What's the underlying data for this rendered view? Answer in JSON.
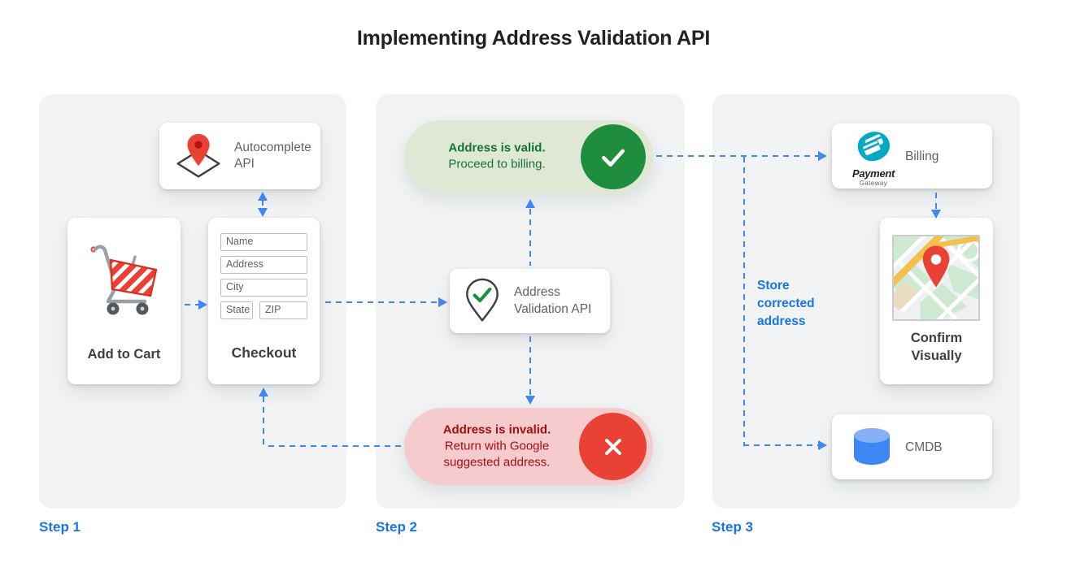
{
  "title": "Implementing Address Validation API",
  "steps": {
    "step1": "Step 1",
    "step2": "Step 2",
    "step3": "Step 3"
  },
  "step1": {
    "autocomplete": {
      "label": "Autocomplete API"
    },
    "add_to_cart": {
      "label": "Add to Cart"
    },
    "checkout": {
      "label": "Checkout",
      "fields": {
        "name": "Name",
        "address": "Address",
        "city": "City",
        "state": "State",
        "zip": "ZIP"
      }
    }
  },
  "step2": {
    "valid": {
      "title": "Address is valid.",
      "subtitle": "Proceed to billing."
    },
    "validation_api": {
      "label": "Address Validation API"
    },
    "invalid": {
      "title": "Address is invalid.",
      "subtitle": "Return with Google suggested address."
    }
  },
  "step3": {
    "billing": {
      "label": "Billing",
      "logo_title": "Payment",
      "logo_subtitle": "Gateway"
    },
    "confirm": {
      "label": "Confirm Visually"
    },
    "cmdb": {
      "label": "CMDB"
    },
    "note": "Store corrected address"
  },
  "icons": {
    "autocomplete": "map-pin-over-diamond-icon",
    "add_to_cart": "shopping-cart-icon",
    "validation_api": "pin-with-check-icon",
    "valid": "check-circle-icon",
    "invalid": "x-circle-icon",
    "billing": "payment-gateway-logo",
    "confirm": "map-thumbnail",
    "cmdb": "database-cylinder-icon"
  },
  "colors": {
    "panel_bg": "#f1f3f4",
    "arrow_blue": "#4285f4",
    "label_blue": "#1a73e8",
    "valid_bg": "#dfe8d5",
    "valid_circle": "#1e8e3e",
    "valid_text": "#137333",
    "invalid_bg": "#f6cbce",
    "invalid_circle": "#e94235",
    "invalid_text": "#a50e0e",
    "card_text_gray": "#5f6368",
    "card_text_dark": "#3c4043"
  }
}
